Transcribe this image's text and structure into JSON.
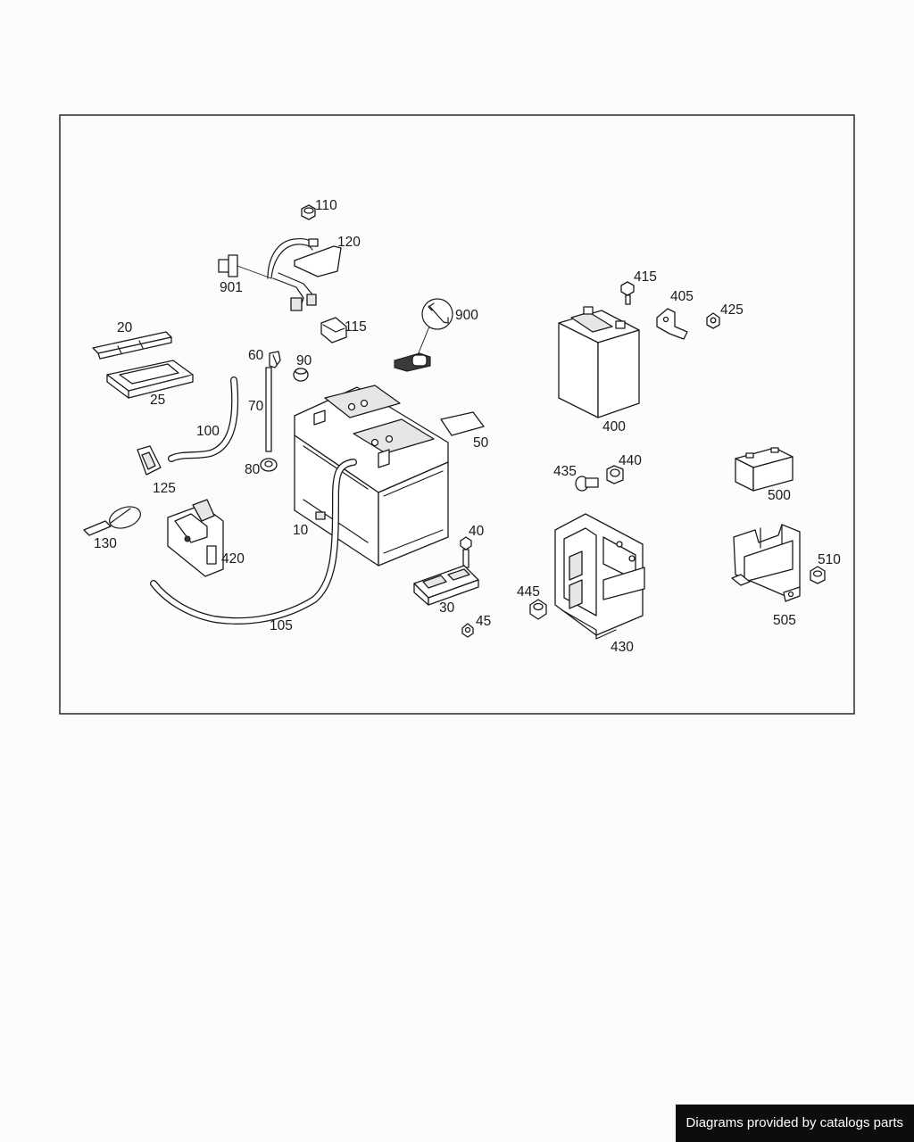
{
  "diagram": {
    "callouts": {
      "c10": "10",
      "c20": "20",
      "c25": "25",
      "c30": "30",
      "c40": "40",
      "c45": "45",
      "c50": "50",
      "c60": "60",
      "c70": "70",
      "c80": "80",
      "c90": "90",
      "c100": "100",
      "c105": "105",
      "c110": "110",
      "c115": "115",
      "c120": "120",
      "c125": "125",
      "c130": "130",
      "c400": "400",
      "c405": "405",
      "c415": "415",
      "c420": "420",
      "c425": "425",
      "c430": "430",
      "c435": "435",
      "c440": "440",
      "c445": "445",
      "c500": "500",
      "c505": "505",
      "c510": "510",
      "c900": "900",
      "c901": "901"
    }
  },
  "footer": {
    "credit": "Diagrams provided by catalogs parts"
  },
  "colors": {
    "ink": "#1a1a1a",
    "paper": "#fcfcfc",
    "badge_bg": "#0d0d0d",
    "badge_text": "#ffffff"
  },
  "icons": {
    "service_tool": "wrench-icon",
    "connector": "connector-plug-icon"
  }
}
